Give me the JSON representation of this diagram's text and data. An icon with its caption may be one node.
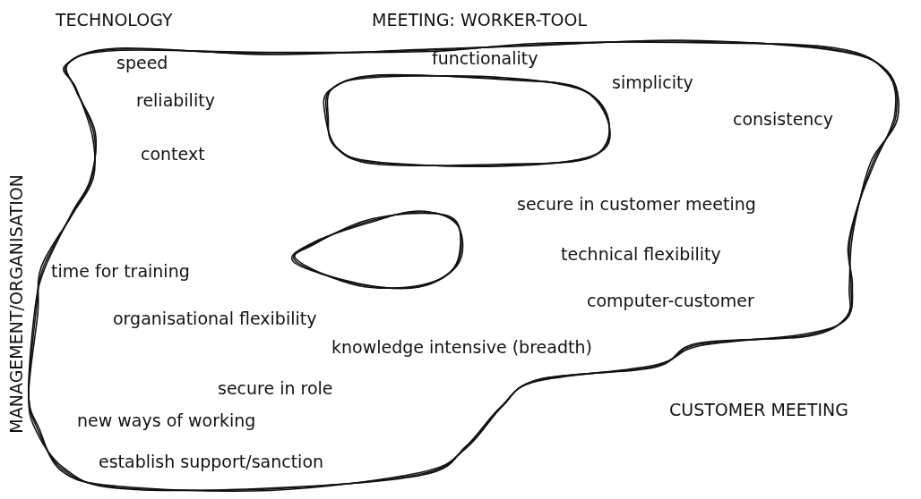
{
  "diagram": {
    "labels": [
      "TECHNOLOGY",
      "MEETING: WORKER-TOOL",
      "speed",
      "functionality",
      "simplicity",
      "reliability",
      "consistency",
      "context",
      "MANAGEMENT/ORGANISATION",
      "secure in customer meeting",
      "technical flexibility",
      "time for training",
      "computer-customer",
      "organisational flexibility",
      "knowledge intensive (breadth)",
      "secure in role",
      "CUSTOMER MEETING",
      "new ways of working",
      "establish support/sanction"
    ]
  }
}
